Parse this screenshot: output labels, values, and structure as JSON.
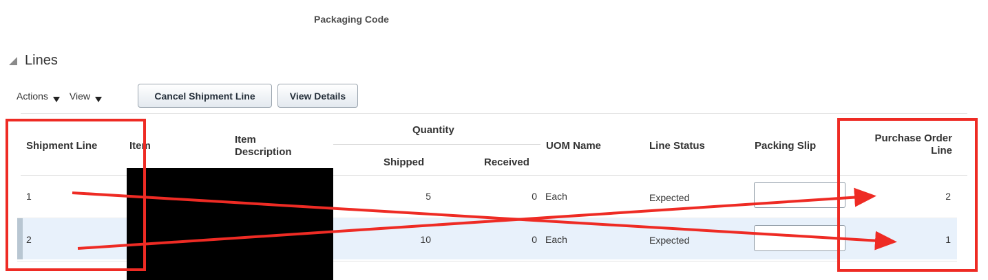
{
  "header": {
    "packaging_code_label": "Packaging Code"
  },
  "lines_section": {
    "title": "Lines",
    "toolbar": {
      "actions_label": "Actions",
      "view_label": "View",
      "cancel_button": "Cancel Shipment Line",
      "details_button": "View Details"
    }
  },
  "table": {
    "columns": {
      "shipment_line": "Shipment Line",
      "item": "Item",
      "item_description_1": "Item",
      "item_description_2": "Description",
      "quantity": "Quantity",
      "shipped": "Shipped",
      "received": "Received",
      "uom_name": "UOM Name",
      "line_status": "Line Status",
      "packing_slip": "Packing Slip",
      "po_line_1": "Purchase Order",
      "po_line_2": "Line"
    },
    "rows": [
      {
        "shipment_line": "1",
        "shipped": "5",
        "received": "0",
        "uom": "Each",
        "status": "Expected",
        "po_line": "2"
      },
      {
        "shipment_line": "2",
        "shipped": "10",
        "received": "0",
        "uom": "Each",
        "status": "Expected",
        "po_line": "1"
      }
    ]
  },
  "annotation": {
    "color": "#ee2b24"
  }
}
